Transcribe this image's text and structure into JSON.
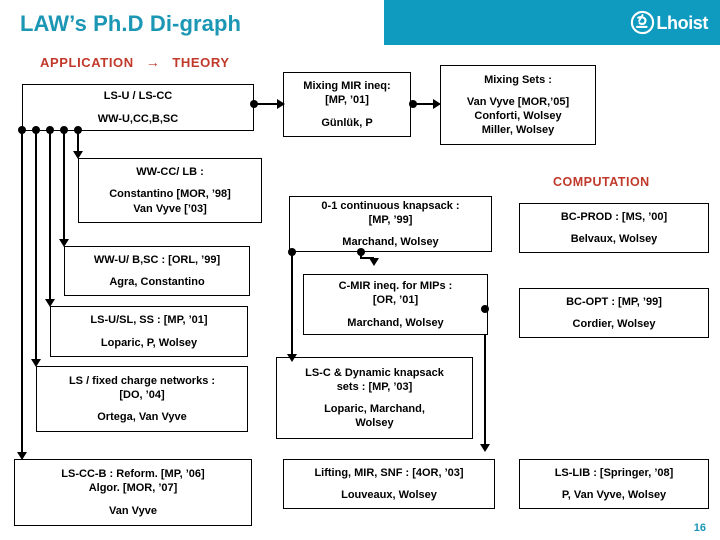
{
  "header": {
    "title": "LAW’s Ph.D Di-graph",
    "subtitle_left": "APPLICATION",
    "subtitle_arrow": "→",
    "subtitle_right": "THEORY",
    "logo_text": "Lhoist",
    "logo_icon": "lhoist-circle-logo",
    "band_color": "#0F9BC0",
    "title_color": "#1B96B4",
    "accent_color": "#C0392B"
  },
  "section_labels": {
    "computation": "COMPUTATION"
  },
  "boxes": {
    "ls_u_ls_cc": {
      "line1": "LS-U / LS-CC",
      "line2": "WW-U,CC,B,SC"
    },
    "mixing_mir": {
      "line1": "Mixing MIR ineq:",
      "line2": "[MP, ’01]",
      "line3": "Günlük, P"
    },
    "mixing_sets": {
      "line1": "Mixing Sets :",
      "line2": "Van Vyve [MOR,’05]",
      "line3": "Conforti, Wolsey",
      "line4": "Miller, Wolsey"
    },
    "ww_cc_lb": {
      "line1": "WW-CC/ LB :",
      "line2": "Constantino [MOR, ’98]",
      "line3": "Van Vyve [’03]"
    },
    "knapsack01": {
      "line1": "0-1 continuous knapsack :",
      "line2": "[MP, ’99]",
      "line3": "Marchand, Wolsey"
    },
    "bc_prod": {
      "line1": "BC-PROD :   [MS, ’00]",
      "line2": "Belvaux, Wolsey"
    },
    "ww_u_bsc": {
      "line1": "WW-U/ B,SC : [ORL, ’99]",
      "line2": "Agra, Constantino"
    },
    "c_mir": {
      "line1": "C-MIR ineq. for MIPs :",
      "line2": "[OR, ’01]",
      "line3": "Marchand, Wolsey"
    },
    "bc_opt": {
      "line1": "BC-OPT :   [MP, ’99]",
      "line2": "Cordier, Wolsey"
    },
    "ls_u_sl_ss": {
      "line1": "LS-U/SL, SS : [MP, ’01]",
      "line2": "Loparic, P,  Wolsey"
    },
    "ls_c_dynamic": {
      "line1": "LS-C & Dynamic knapsack",
      "line2": "sets : [MP, ’03]",
      "line3": "Loparic, Marchand,",
      "line4": "Wolsey"
    },
    "ls_fixed_charge": {
      "line1": "LS / fixed charge networks :",
      "line2": "[DO, ’04]",
      "line3": "Ortega, Van Vyve"
    },
    "ls_cc_b": {
      "line1": "LS-CC-B : Reform. [MP, ’06]",
      "line2": "Algor. [MOR, ’07]",
      "line3": "Van Vyve"
    },
    "lifting_mir_snf": {
      "line1": "Lifting, MIR, SNF : [4OR, ’03]",
      "line2": "Louveaux, Wolsey"
    },
    "ls_lib": {
      "line1": "LS-LIB :   [Springer, ’08]",
      "line2": "P, Van Vyve, Wolsey"
    }
  },
  "footer": {
    "page_number": "16"
  }
}
